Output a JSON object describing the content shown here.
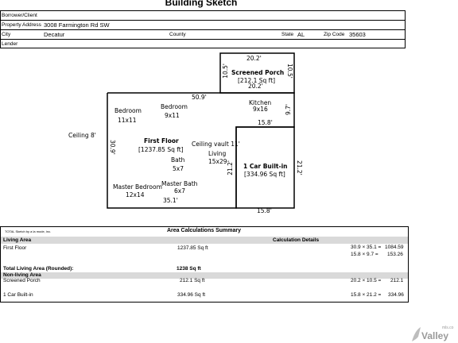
{
  "page_title": "Building Sketch",
  "header": {
    "borrower_label": "Borrower/Client",
    "property_label": "Property Address",
    "property_value": "3008 Farmington Rd SW",
    "city_label": "City",
    "city_value": "Decatur",
    "county_label": "County",
    "state_label": "State",
    "state_value": "AL",
    "zip_label": "Zip Code",
    "zip_value": "35603",
    "lender_label": "Lender"
  },
  "sketch": {
    "porch_top": "20.2'",
    "porch_left": "10.5'",
    "porch_right": "10.5'",
    "porch_bottom": "20.2'",
    "porch_name": "Screened Porch",
    "porch_area": "[212.1 Sq ft]",
    "house_top": "50.9'",
    "house_left": "30.9'",
    "kitchen_right": "9.7'",
    "garage_top": "15.8'",
    "garage_left": "21.2'",
    "garage_right": "21.2'",
    "garage_bottom": "15.8'",
    "house_bottom": "35.1'",
    "ceiling_label": "Ceiling 8'",
    "bedroom1_name": "Bedroom",
    "bedroom1_size": "11x11",
    "bedroom2_name": "Bedroom",
    "bedroom2_size": "9x11",
    "kitchen_name": "Kitchen",
    "kitchen_size": "9x16",
    "first_floor_name": "First Floor",
    "first_floor_area": "[1237.85 Sq ft]",
    "ceiling_vault": "Ceiling vault 11'",
    "living_name": "Living",
    "living_size": "15x29",
    "bath_name": "Bath",
    "bath_size": "5x7",
    "master_bath_name": "Master Bath",
    "master_bath_size": "6x7",
    "master_bed_name": "Master Bedroom",
    "master_bed_size": "12x14",
    "garage_name": "1 Car Built-in",
    "garage_area": "[334.96 Sq ft]"
  },
  "calc": {
    "footnote": "TOTAL Sketch by a la mode, inc.",
    "title": "Area Calculations Summary",
    "living_header": "Living Area",
    "details_header": "Calculation Details",
    "first_floor_label": "First Floor",
    "first_floor_value": "1237.85 Sq ft",
    "ff_line1": "30.9 × 35.1 =",
    "ff_line1_result": "1084.59",
    "ff_line2": "15.8 × 9.7 =",
    "ff_line2_result": "153.26",
    "total_label": "Total Living Area (Rounded):",
    "total_value": "1238 Sq ft",
    "nonliving_header": "Non-living Area",
    "porch_label": "Screened Porch",
    "porch_value": "212.1 Sq ft",
    "porch_calc": "20.2 × 10.5 =",
    "porch_result": "212.1",
    "garage_label": "1 Car Built-in",
    "garage_value": "334.96 Sq ft",
    "garage_calc": "15.8 × 21.2 =",
    "garage_result": "334.96"
  },
  "logo": {
    "name": "Valley",
    "sub": "mls.co"
  }
}
